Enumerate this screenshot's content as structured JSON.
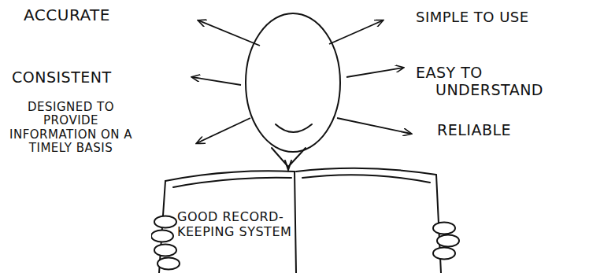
{
  "diagram": {
    "nodes": [
      {
        "text": [
          "GOOD RECORD-KEEPING SYSTEM"
        ]
      }
    ],
    "labels": [
      "ACCURATE",
      "CONSISTENT",
      "DESIGNED TO PROVIDE INFORMATION ON A TIMELY BASIS",
      "SIMPLE TO USE",
      "EASY TO UNDERSTAND",
      "RELIABLE"
    ]
  }
}
